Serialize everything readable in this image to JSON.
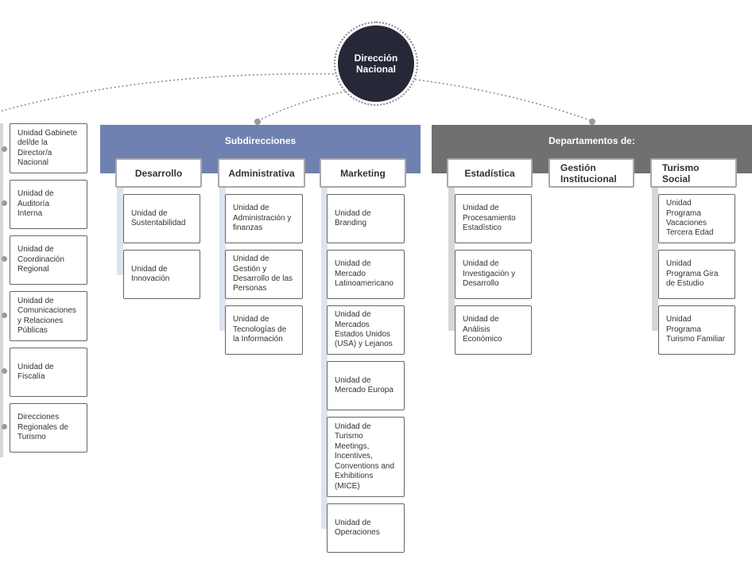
{
  "root": {
    "title": "Dirección\nNacional"
  },
  "left_column": {
    "units": [
      "Unidad Gabinete\ndel/de la\nDirector/a\nNacional",
      "Unidad de\nAuditoría\nInterna",
      "Unidad de\nCoordinación\nRegional",
      "Unidad de\nComunicaciones\ny Relaciones\nPúblicas",
      "Unidad de\nFiscalía",
      "Direcciones\nRegionales de\nTurismo"
    ]
  },
  "subdirecciones": {
    "title": "Subdirecciones",
    "groups": [
      {
        "name": "Desarrollo",
        "units": [
          "Unidad de\nSustentabilidad",
          "Unidad de\nInnovación"
        ]
      },
      {
        "name": "Administrativa",
        "units": [
          "Unidad de\nAdministración y\nfinanzas",
          "Unidad de\nGestión y\nDesarrollo de las\nPersonas",
          "Unidad de\nTecnologías de\nla Información"
        ]
      },
      {
        "name": "Marketing",
        "units": [
          "Unidad de\nBranding",
          "Unidad de\nMercado\nLatinoamericano",
          "Unidad de\nMercados\nEstados Unidos\n(USA) y Lejanos",
          "Unidad de\nMercado Europa",
          "Unidad de\nTurismo\nMeetings,\nIncentives,\nConventions and\nExhibitions\n(MICE)",
          "Unidad de\nOperaciones"
        ]
      }
    ]
  },
  "departamentos": {
    "title": "Departamentos de:",
    "groups": [
      {
        "name": "Estadística",
        "units": [
          "Unidad de\nProcesamiento\nEstadístico",
          "Unidad de\nInvestigación y\nDesarrollo",
          "Unidad de\nAnálisis\nEconómico"
        ]
      },
      {
        "name": "Gestión\nInstitucional",
        "units": []
      },
      {
        "name": "Turismo\nSocial",
        "units": [
          "Unidad\nPrograma\nVacaciones\nTercera Edad",
          "Unidad\nPrograma Gira\nde Estudio",
          "Unidad\nPrograma\nTurismo Familiar"
        ]
      }
    ]
  },
  "colors": {
    "root": "#262838",
    "subdirecciones": "#6f81b0",
    "departamentos": "#707070",
    "connector": "#8a8a8a"
  }
}
